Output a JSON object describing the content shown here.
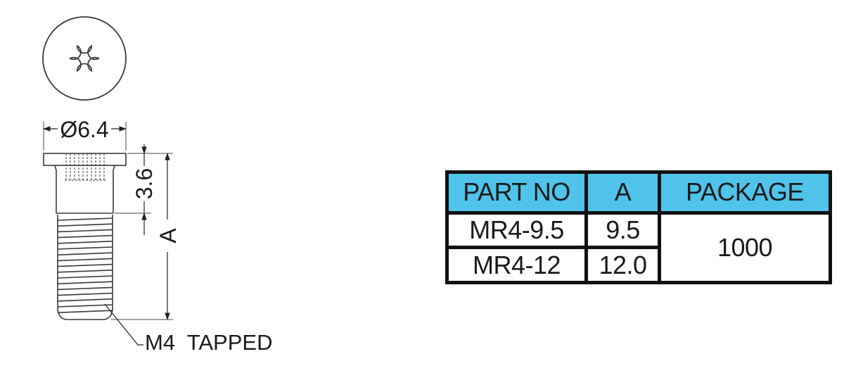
{
  "theme": {
    "header_color": "#4fc3ea",
    "line_color": "#111111",
    "drawing_stroke": "#3a3a3a"
  },
  "drawing": {
    "dim_head_diameter": "Ø6.4",
    "dim_shank_length": "3.6",
    "dim_overall_length": "A",
    "callout_thread": "M4  TAPPED",
    "head_recess_icon": "torx-star-icon"
  },
  "table": {
    "headers": [
      "PART NO",
      "A",
      "PACKAGE"
    ],
    "rows": [
      {
        "part_no": "MR4-9.5",
        "a": "9.5"
      },
      {
        "part_no": "MR4-12",
        "a": "12.0"
      }
    ],
    "package": "1000"
  }
}
